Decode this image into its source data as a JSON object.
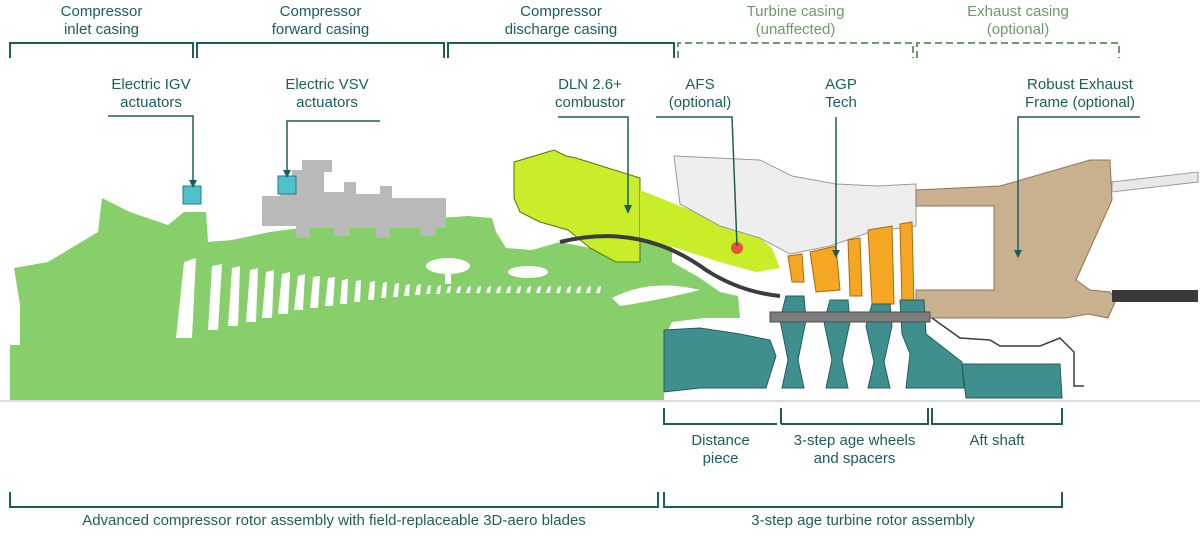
{
  "colors": {
    "text": "#1b5e5a",
    "muted_text": "#6f9a6c",
    "compressor_green": "#86cf6a",
    "combustor_lime": "#c8ee2a",
    "casing_gray": "#b9b9b9",
    "turbine_teal": "#3e8f8d",
    "blades_orange": "#f5a623",
    "exhaust_tan": "#c9b18f",
    "actuator_cyan": "#4fc0c9",
    "afs_red": "#e8543a"
  },
  "top_sections": [
    {
      "line1": "Compressor",
      "line2": "inlet casing"
    },
    {
      "line1": "Compressor",
      "line2": "forward casing"
    },
    {
      "line1": "Compressor",
      "line2": "discharge casing"
    },
    {
      "line1": "Turbine casing",
      "line2": "(unaffected)"
    },
    {
      "line1": "Exhaust casing",
      "line2": "(optional)"
    }
  ],
  "callouts": {
    "igv": {
      "line1": "Electric IGV",
      "line2": "actuators"
    },
    "vsv": {
      "line1": "Electric VSV",
      "line2": "actuators"
    },
    "dln": {
      "line1": "DLN 2.6+",
      "line2": "combustor"
    },
    "afs": {
      "line1": "AFS",
      "line2": "(optional)"
    },
    "agp": {
      "line1": "AGP",
      "line2": "Tech"
    },
    "exhaust": {
      "line1": "Robust Exhaust",
      "line2": "Frame (optional)"
    }
  },
  "bottom_sections": [
    {
      "line1": "Distance",
      "line2": "piece"
    },
    {
      "line1": "3-step age wheels",
      "line2": "and spacers"
    },
    {
      "line1": "Aft shaft",
      "line2": ""
    }
  ],
  "assemblies": {
    "compressor": "Advanced compressor rotor assembly with field-replaceable 3D-aero blades",
    "turbine": "3-step age turbine rotor assembly"
  }
}
